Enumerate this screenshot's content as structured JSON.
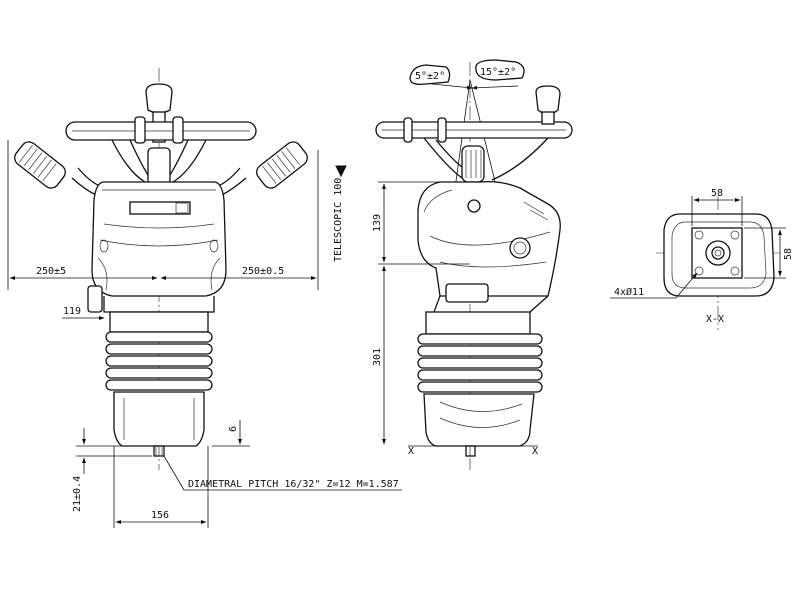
{
  "front_view": {
    "dim_left_width": "250±5",
    "dim_right_width": "250±0.5",
    "dim_side_offset": "119",
    "dim_base_width": "156",
    "dim_gear_height": "21±0.4",
    "dim_small": "6",
    "pinion_note": "DIAMETRAL PITCH 16/32\" Z=12 M=1.587",
    "telescopic": "TELESCOPIC 100"
  },
  "side_view": {
    "dim_upper_height": "139",
    "dim_lower_height": "301",
    "angle_left": "5°±2°",
    "angle_right": "15°±2°",
    "section_mark_left": "X",
    "section_mark_right": "X"
  },
  "section_view": {
    "dim_top": "58",
    "dim_side": "58",
    "holes": "4xØ11",
    "label": "X-X"
  }
}
